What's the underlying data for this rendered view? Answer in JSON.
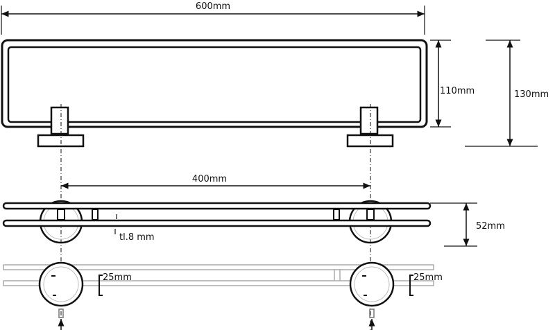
{
  "dimensions": {
    "width": "600mm",
    "inner_height": "110mm",
    "total_height": "130mm",
    "bracket_spacing": "400mm",
    "side_height": "52mm",
    "thickness": "tl.8 mm",
    "fixing_left": "25mm",
    "fixing_right": "25mm"
  },
  "colors": {
    "line": "#111111",
    "faint": "#b0b0b0"
  }
}
